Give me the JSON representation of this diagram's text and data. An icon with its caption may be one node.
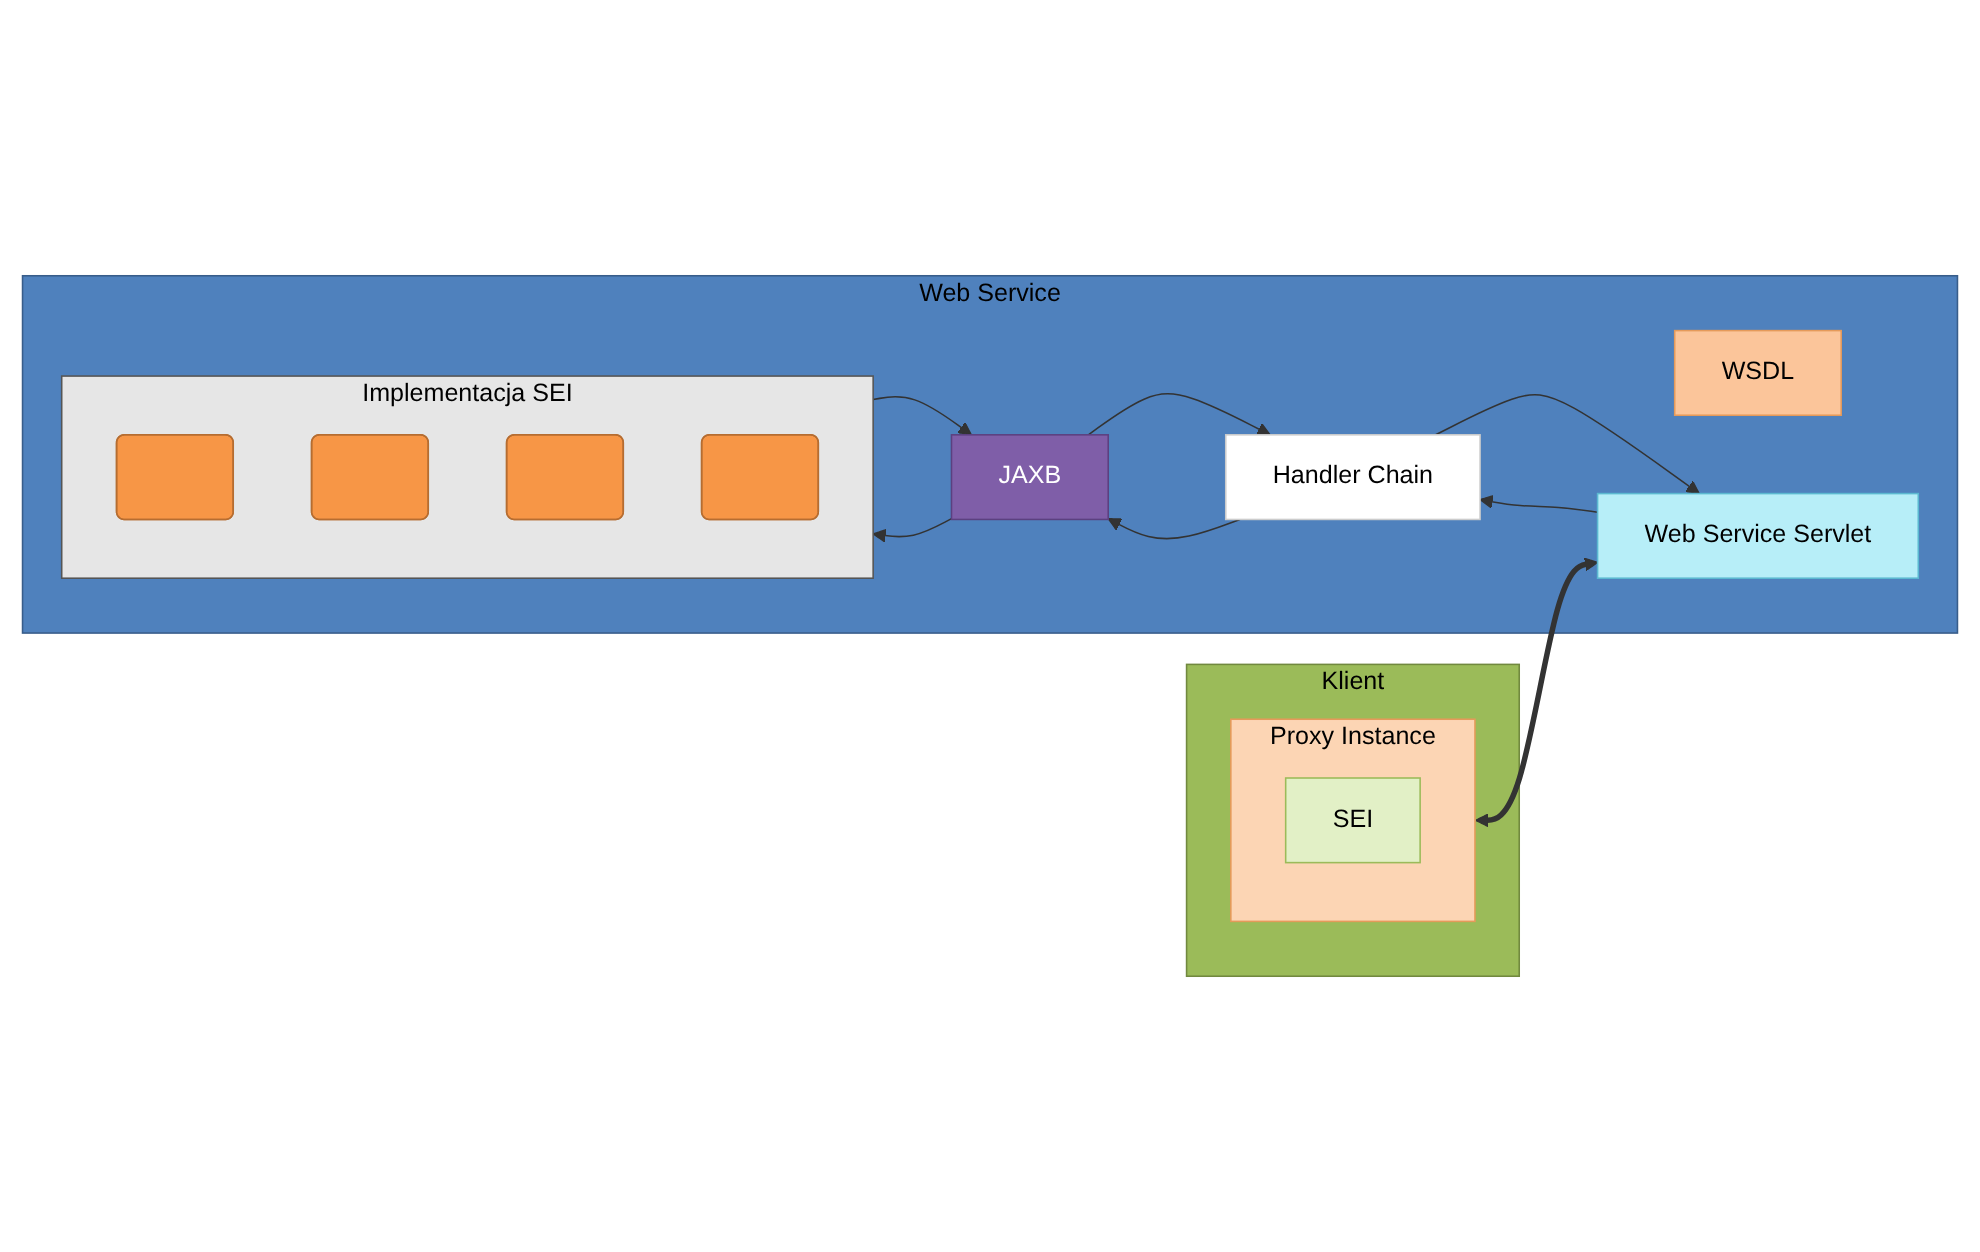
{
  "diagram": {
    "nodes": [
      {
        "text": [
          "Klient"
        ]
      },
      {
        "text": [
          "Proxy Instance"
        ],
        "in": 0
      },
      {
        "text": [
          "SEI"
        ],
        "in": 1
      },
      {
        "text": [
          "Web Service"
        ]
      },
      {
        "text": [
          "WSDL"
        ],
        "in": 3
      },
      {
        "text": [
          "Implementacja SEI"
        ],
        "in": 3
      },
      {
        "text": [],
        "shape": "box",
        "in": 5
      },
      {
        "text": [],
        "shape": "box",
        "in": 5
      },
      {
        "text": [],
        "shape": "box",
        "in": 5
      },
      {
        "text": [],
        "shape": "box",
        "in": 5
      },
      {
        "text": [
          "Web Service Servlet"
        ],
        "in": 3
      },
      {
        "text": [
          "Handler Chain"
        ],
        "in": 3
      },
      {
        "text": [
          "JAXB"
        ],
        "in": 3
      }
    ],
    "edges": [
      {
        "from": 1,
        "to": 10,
        "arrow": "both",
        "style": "thick"
      },
      {
        "from": 10,
        "to": 11,
        "arrow": "to"
      },
      {
        "from": 11,
        "to": 10,
        "arrow": "to"
      },
      {
        "from": 11,
        "to": 12,
        "arrow": "to"
      },
      {
        "from": 12,
        "to": 11,
        "arrow": "to"
      },
      {
        "from": 5,
        "to": 12,
        "arrow": "to"
      },
      {
        "from": 12,
        "to": 5,
        "arrow": "to"
      }
    ]
  }
}
